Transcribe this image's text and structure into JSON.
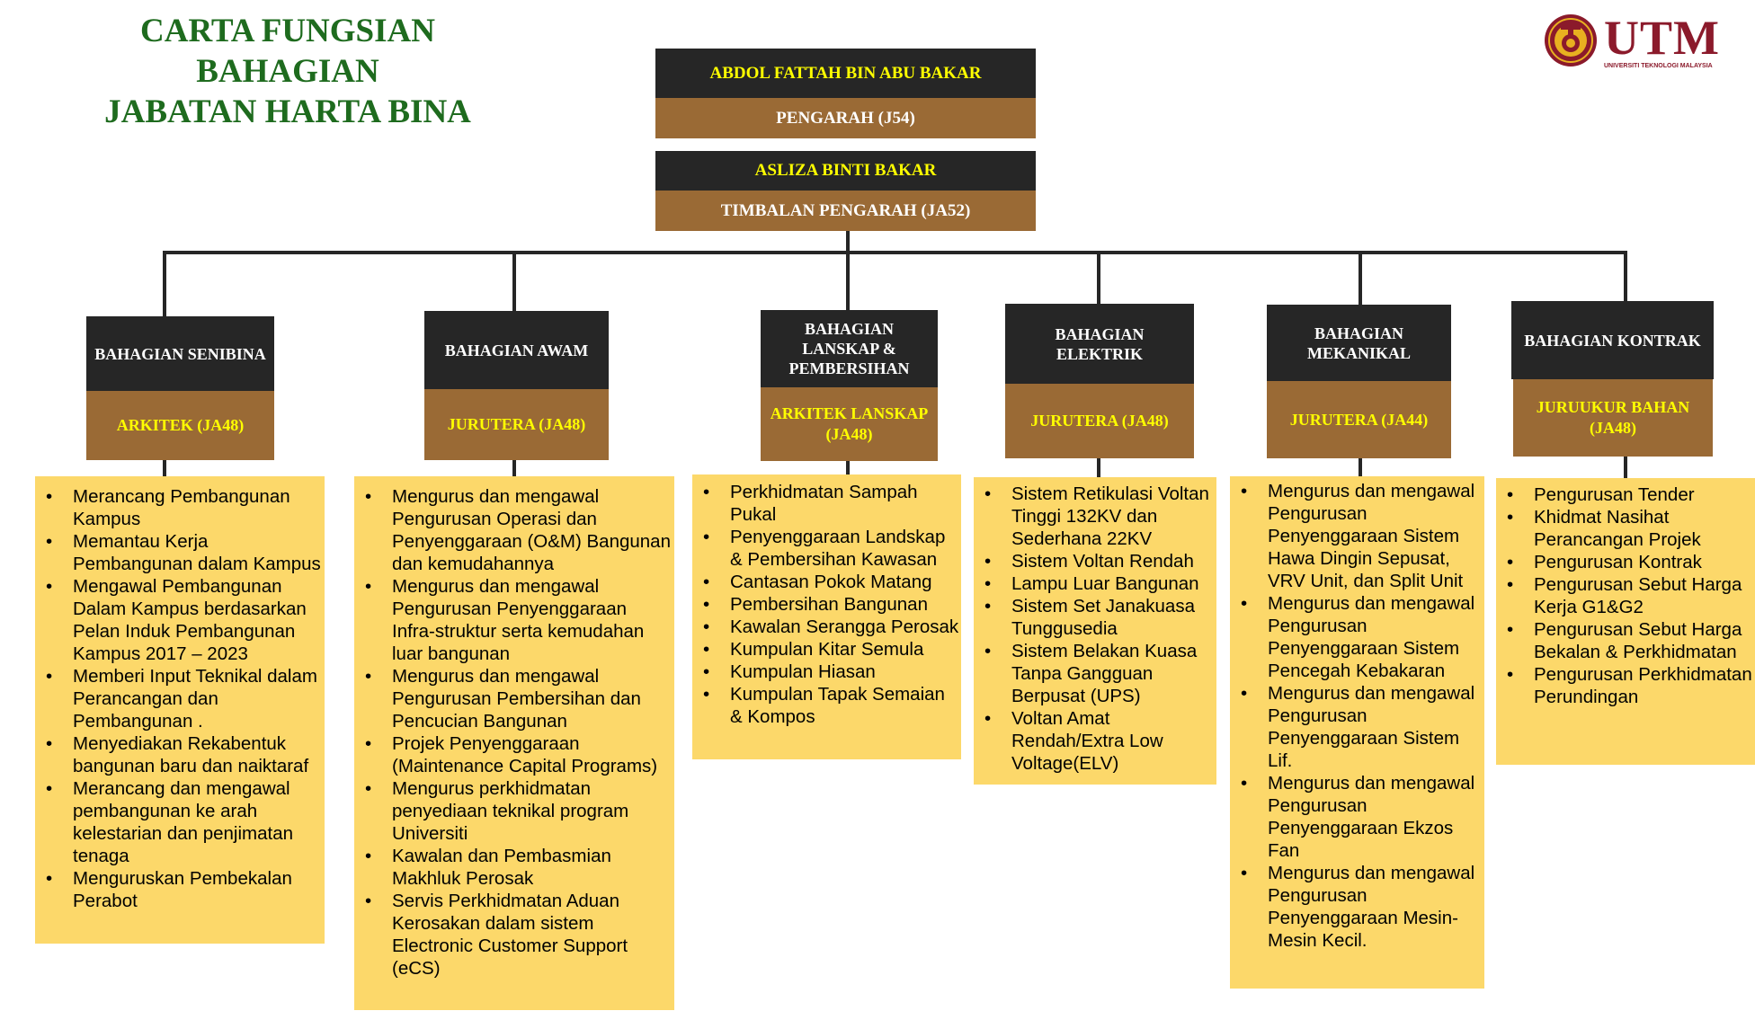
{
  "title": {
    "line1": "CARTA FUNGSIAN",
    "line2": "BAHAGIAN",
    "line3": "JABATAN HARTA BINA"
  },
  "logo": {
    "text": "UTM",
    "subtext": "UNIVERSITI TEKNOLOGI MALAYSIA",
    "color": "#8b1a2b"
  },
  "director": {
    "name": "ABDOL FATTAH BIN ABU BAKAR",
    "position": "PENGARAH (J54)"
  },
  "deputy": {
    "name": "ASLIZA BINTI BAKAR",
    "position": "TIMBALAN PENGARAH  (JA52)"
  },
  "colors": {
    "dark": "#262626",
    "brown": "#9a6a35",
    "panel": "#fcd86a",
    "title": "#1e6b1e",
    "highlight": "#ffff00"
  },
  "divisions": [
    {
      "name": "BAHAGIAN SENIBINA",
      "role": "ARKITEK (JA48)",
      "functions": [
        "Merancang Pembangunan Kampus",
        "Memantau Kerja Pembangunan dalam Kampus",
        "Mengawal Pembangunan Dalam Kampus berdasarkan Pelan Induk Pembangunan Kampus 2017 – 2023",
        "Memberi Input Teknikal dalam Perancangan dan Pembangunan .",
        "Menyediakan Rekabentuk bangunan baru dan naiktaraf",
        "Merancang dan mengawal pembangunan ke arah kelestarian dan penjimatan tenaga",
        "Menguruskan Pembekalan Perabot"
      ]
    },
    {
      "name": "BAHAGIAN AWAM",
      "role": "JURUTERA (JA48)",
      "functions": [
        "Mengurus dan mengawal Pengurusan Operasi dan Penyenggaraan (O&M) Bangunan dan kemudahannya",
        "Mengurus dan mengawal Pengurusan Penyenggaraan Infra-struktur serta kemudahan luar bangunan",
        "Mengurus dan mengawal Pengurusan Pembersihan dan Pencucian Bangunan",
        "Projek Penyenggaraan (Maintenance Capital Programs)",
        "Mengurus perkhidmatan penyediaan teknikal program Universiti",
        "Kawalan dan Pembasmian Makhluk Perosak",
        "Servis Perkhidmatan Aduan Kerosakan dalam sistem Electronic Customer Support (eCS)"
      ]
    },
    {
      "name": "BAHAGIAN LANSKAP & PEMBERSIHAN",
      "role": "ARKITEK LANSKAP (JA48)",
      "functions": [
        "Perkhidmatan Sampah Pukal",
        "Penyenggaraan Landskap & Pembersihan Kawasan",
        "Cantasan Pokok Matang",
        "Pembersihan Bangunan",
        "Kawalan Serangga Perosak",
        "Kumpulan Kitar Semula",
        "Kumpulan Hiasan",
        "Kumpulan Tapak Semaian & Kompos"
      ]
    },
    {
      "name": "BAHAGIAN ELEKTRIK",
      "role": "JURUTERA (JA48)",
      "functions": [
        "Sistem Retikulasi Voltan Tinggi 132KV dan Sederhana 22KV",
        "Sistem Voltan Rendah",
        "Lampu Luar Bangunan",
        "Sistem Set Janakuasa Tunggusedia",
        "Sistem Belakan Kuasa Tanpa Gangguan Berpusat (UPS)",
        "Voltan Amat Rendah/Extra Low Voltage(ELV)"
      ]
    },
    {
      "name": "BAHAGIAN MEKANIKAL",
      "role": "JURUTERA (JA44)",
      "functions": [
        "Mengurus dan mengawal Pengurusan Penyenggaraan Sistem Hawa Dingin Sepusat, VRV Unit, dan Split Unit",
        "Mengurus dan mengawal Pengurusan Penyenggaraan Sistem Pencegah Kebakaran",
        "Mengurus dan mengawal Pengurusan Penyenggaraan Sistem Lif.",
        "Mengurus dan mengawal Pengurusan Penyenggaraan Ekzos Fan",
        "Mengurus dan mengawal Pengurusan Penyenggaraan Mesin-Mesin Kecil."
      ]
    },
    {
      "name": "BAHAGIAN KONTRAK",
      "role": "JURUUKUR BAHAN (JA48)",
      "functions": [
        "Pengurusan Tender",
        "Khidmat Nasihat Perancangan Projek",
        "Pengurusan Kontrak",
        "Pengurusan Sebut Harga Kerja G1&G2",
        "Pengurusan Sebut Harga Bekalan & Perkhidmatan",
        "Pengurusan Perkhidmatan Perundingan"
      ]
    }
  ]
}
